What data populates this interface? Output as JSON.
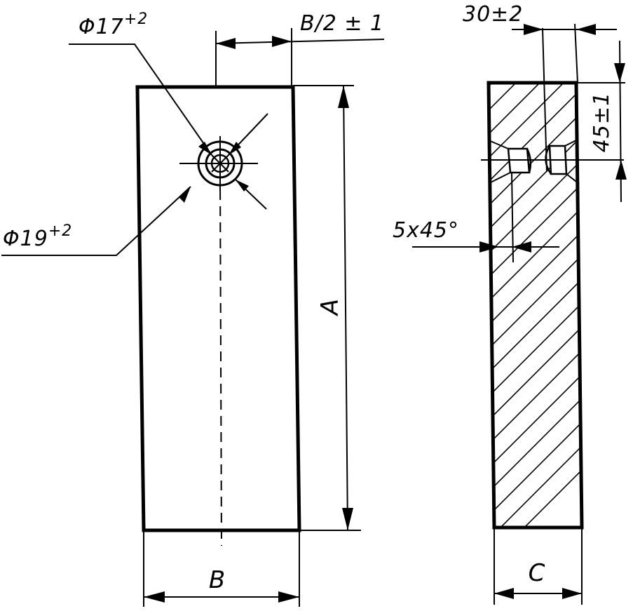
{
  "front_view": {
    "dim_hole_inner": {
      "symbol": "Φ",
      "nominal": "17",
      "tolerance": "+2"
    },
    "dim_hole_outer": {
      "symbol": "Φ",
      "nominal": "19",
      "tolerance": "+2"
    },
    "dim_offset": "B/2 ± 1",
    "dim_height": "A",
    "dim_width": "B"
  },
  "side_view": {
    "dim_hole_width": "30±2",
    "dim_hole_depth": "45±1",
    "dim_chamfer": "5x45°",
    "dim_thickness": "C"
  }
}
